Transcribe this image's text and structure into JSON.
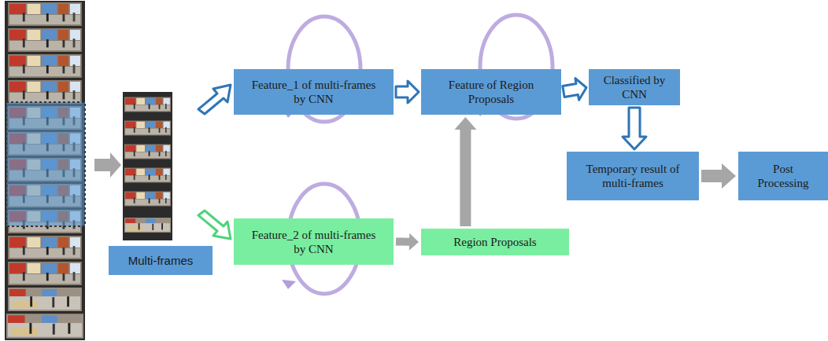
{
  "diagram": {
    "nodes": [
      {
        "text": [
          "Feature_1 of multi-frames by CNN"
        ]
      },
      {
        "text": [
          "Feature of Region Proposals"
        ]
      },
      {
        "text": [
          "Classified by CNN"
        ]
      },
      {
        "text": [
          "Temporary result of multi-frames"
        ]
      },
      {
        "text": [
          "Post Processing"
        ]
      },
      {
        "text": [
          "Multi-frames"
        ]
      },
      {
        "text": [
          "Feature_2 of multi-frames by CNN"
        ]
      },
      {
        "text": [
          "Region Proposals"
        ]
      }
    ],
    "edges": [
      {
        "from": 0,
        "to": 1,
        "arrow": "to"
      },
      {
        "from": 1,
        "to": 2,
        "arrow": "to"
      },
      {
        "from": 2,
        "to": 3,
        "arrow": "to"
      },
      {
        "from": 3,
        "to": 4,
        "arrow": "to"
      },
      {
        "from": 6,
        "to": 7,
        "arrow": "to"
      },
      {
        "from": 7,
        "to": 1,
        "arrow": "to"
      }
    ]
  }
}
